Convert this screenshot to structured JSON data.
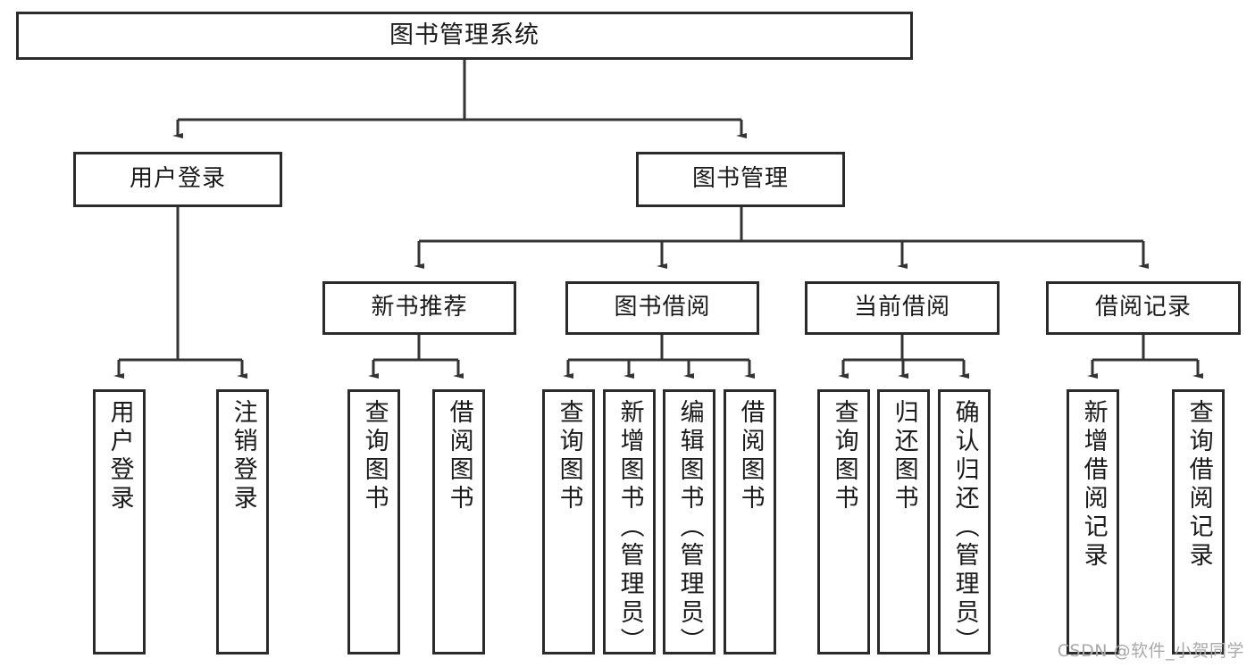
{
  "diagram": {
    "title": "图书管理系统",
    "type": "hierarchy-tree",
    "levels": 4,
    "root": {
      "id": "root",
      "label": "图书管理系统",
      "orientation": "horizontal"
    },
    "level2": [
      {
        "id": "user-login",
        "label": "用户登录",
        "orientation": "horizontal"
      },
      {
        "id": "book-management",
        "label": "图书管理",
        "orientation": "horizontal"
      }
    ],
    "level3": [
      {
        "id": "new-book-recommend",
        "label": "新书推荐",
        "orientation": "horizontal",
        "parent": "book-management"
      },
      {
        "id": "book-borrow",
        "label": "图书借阅",
        "orientation": "horizontal",
        "parent": "book-management"
      },
      {
        "id": "current-borrow",
        "label": "当前借阅",
        "orientation": "horizontal",
        "parent": "book-management"
      },
      {
        "id": "borrow-record",
        "label": "借阅记录",
        "orientation": "horizontal",
        "parent": "book-management"
      }
    ],
    "leaves": [
      {
        "id": "leaf-user-login",
        "label": "用户登录",
        "parent": "user-login"
      },
      {
        "id": "leaf-logout-login",
        "label": "注销登录",
        "parent": "user-login"
      },
      {
        "id": "leaf-query-book-1",
        "label": "查询图书",
        "parent": "new-book-recommend"
      },
      {
        "id": "leaf-borrow-book-1",
        "label": "借阅图书",
        "parent": "new-book-recommend"
      },
      {
        "id": "leaf-query-book-2",
        "label": "查询图书",
        "parent": "book-borrow"
      },
      {
        "id": "leaf-add-book",
        "label": "新增图书（管理员）",
        "parent": "book-borrow"
      },
      {
        "id": "leaf-edit-book",
        "label": "编辑图书（管理员）",
        "parent": "book-borrow"
      },
      {
        "id": "leaf-borrow-book-2",
        "label": "借阅图书",
        "parent": "book-borrow"
      },
      {
        "id": "leaf-query-book-3",
        "label": "查询图书",
        "parent": "current-borrow"
      },
      {
        "id": "leaf-return-book",
        "label": "归还图书",
        "parent": "current-borrow"
      },
      {
        "id": "leaf-confirm-return",
        "label": "确认归还（管理员）",
        "parent": "current-borrow"
      },
      {
        "id": "leaf-add-record",
        "label": "新增借阅记录",
        "parent": "borrow-record"
      },
      {
        "id": "leaf-query-record",
        "label": "查询借阅记录",
        "parent": "borrow-record"
      }
    ]
  },
  "watermark": {
    "text": "CSDN @软件_小贺同学"
  },
  "colors": {
    "border": "#2b2b2b",
    "background": "#ffffff",
    "text": "#1a1a1a",
    "connector": "#333333",
    "watermark": "#a9a9a9"
  }
}
